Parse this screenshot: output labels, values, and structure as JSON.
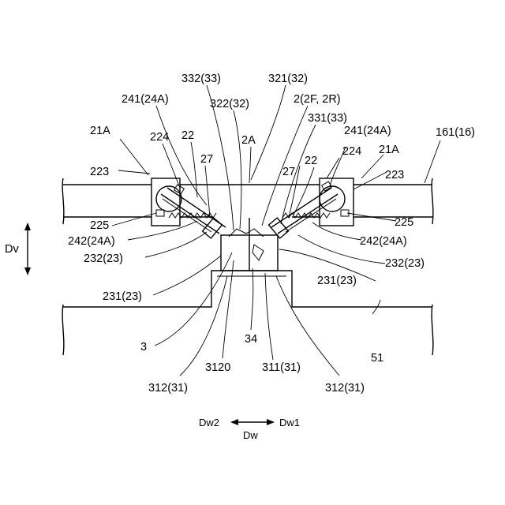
{
  "labels": {
    "l332": "332(33)",
    "l321": "321(32)",
    "l241a": "241(24A)",
    "l322": "322(32)",
    "l2": "2(2F, 2R)",
    "l331": "331(33)",
    "l21a_left": "21A",
    "l224_left": "224",
    "l22_left": "22",
    "l2a": "2A",
    "l241b": "241(24A)",
    "l161": "161(16)",
    "l27_left": "27",
    "l27_right": "27",
    "l22_right": "22",
    "l224_right": "224",
    "l21a_right": "21A",
    "l223_left": "223",
    "l223_right": "223",
    "l225_left": "225",
    "l225_right": "225",
    "ldv": "Dv",
    "l242_left": "242(24A)",
    "l242_right": "242(24A)",
    "l232_left": "232(23)",
    "l232_right": "232(23)",
    "l231_right": "231(23)",
    "l231_left": "231(23)",
    "l51": "51",
    "l3": "3",
    "l34": "34",
    "l3120": "3120",
    "l311": "311(31)",
    "l312_left": "312(31)",
    "l312_right": "312(31)",
    "ldw2": "Dw2",
    "ldw1": "Dw1",
    "ldw": "Dw"
  }
}
